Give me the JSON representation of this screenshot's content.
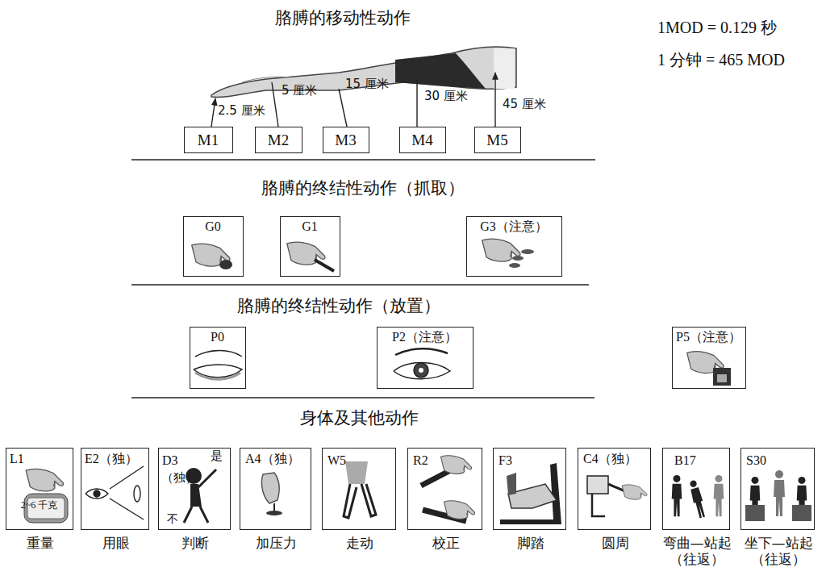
{
  "diagram": {
    "nodes": [
      {
        "text": [
          "M1"
        ]
      },
      {
        "text": [
          "M2"
        ]
      },
      {
        "text": [
          "M3"
        ]
      },
      {
        "text": [
          "M4"
        ]
      },
      {
        "text": [
          "M5"
        ]
      },
      {
        "text": [
          "G0"
        ]
      },
      {
        "text": [
          "G1"
        ]
      },
      {
        "text": [
          "G3（注意）"
        ]
      },
      {
        "text": [
          "P0"
        ]
      },
      {
        "text": [
          "P2（注意）"
        ]
      },
      {
        "text": [
          "P5（注意）"
        ]
      },
      {
        "text": [
          "L1",
          "2~6 千克",
          "重量"
        ]
      },
      {
        "text": [
          "E2（独）",
          "用眼"
        ]
      },
      {
        "text": [
          "D3",
          "是",
          "（独）",
          "不",
          "判断"
        ]
      },
      {
        "text": [
          "A4（独）",
          "加压力"
        ]
      },
      {
        "text": [
          "W5",
          "走动"
        ]
      },
      {
        "text": [
          "R2",
          "校正"
        ]
      },
      {
        "text": [
          "F3",
          "脚踏"
        ]
      },
      {
        "text": [
          "C4（独）",
          "圆周"
        ]
      },
      {
        "text": [
          "B17",
          "弯曲—站起 （往返）"
        ]
      },
      {
        "text": [
          "S30",
          "坐下—站起 （往返）"
        ]
      }
    ],
    "labels": [
      "胳膊的移动性动作",
      "胳膊的终结性动作（抓取）",
      "胳膊的终结性动作（放置）",
      "身体及其他动作",
      "1MOD = 0.129 秒",
      "1 分钟 = 465 MOD",
      "2.5 厘米",
      "5 厘米",
      "15 厘米",
      "30 厘米",
      "45 厘米"
    ]
  }
}
